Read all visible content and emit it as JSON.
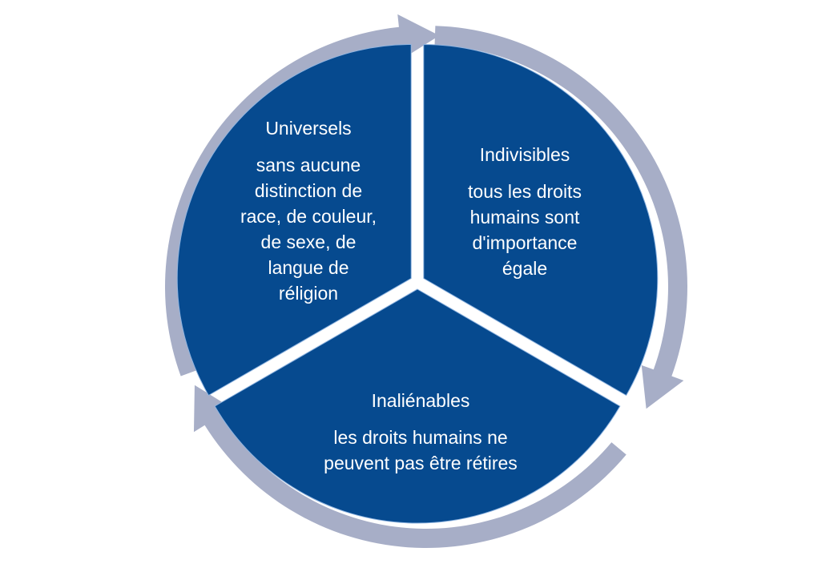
{
  "colors": {
    "segment": "#064a8f",
    "ring": "#a7aec7",
    "separator": "#ffffff",
    "text": "#ffffff"
  },
  "segments": [
    {
      "title": "Universels",
      "lines": [
        "sans aucune",
        "distinction de",
        "race, de couleur,",
        "de sexe, de",
        "langue de",
        "réligion"
      ]
    },
    {
      "title": "Indivisibles",
      "lines": [
        "tous les droits",
        "humains sont",
        "d'importance",
        "égale"
      ]
    },
    {
      "title": "Inaliénables",
      "lines": [
        "les droits humains ne",
        "peuvent pas être rétires"
      ]
    }
  ]
}
